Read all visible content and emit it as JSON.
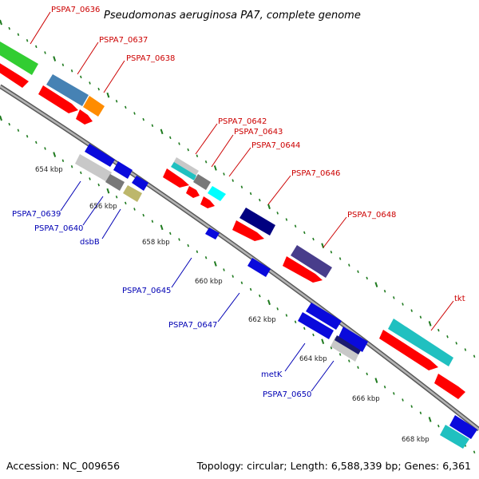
{
  "title": "Pseudomonas aeruginosa PA7, complete genome",
  "footer": {
    "accession": "Accession: NC_009656",
    "topology": "Topology: circular; Length: 6,588,339 bp; Genes: 6,361"
  },
  "colors": {
    "backbone": "#8c8c8c",
    "tick": "#1e7a1e",
    "label_forward": "#cc0000",
    "label_reverse": "#0000b4",
    "cds_strand": "#ff0000",
    "blue_gene": "#0a0adc",
    "green_gene": "#32cd32",
    "steel_gene": "#4682b4",
    "orange_gene": "#ff8c00",
    "light_gray_gene": "#c8c8c8",
    "gray_gene": "#787878",
    "khaki_gene": "#bdb76b",
    "cyan_gene": "#00ffff",
    "dark_navy_gene": "#000080",
    "slate_gene": "#483d8b",
    "turquoise_gene": "#20c0c0"
  },
  "kbp_labels": [
    "654 kbp",
    "656 kbp",
    "658 kbp",
    "660 kbp",
    "662 kbp",
    "664 kbp",
    "666 kbp",
    "668 kbp"
  ],
  "gene_labels": [
    {
      "text": "PSPA7_0636",
      "strand": "forward"
    },
    {
      "text": "PSPA7_0637",
      "strand": "forward"
    },
    {
      "text": "PSPA7_0638",
      "strand": "forward"
    },
    {
      "text": "PSPA7_0642",
      "strand": "forward"
    },
    {
      "text": "PSPA7_0643",
      "strand": "forward"
    },
    {
      "text": "PSPA7_0644",
      "strand": "forward"
    },
    {
      "text": "PSPA7_0646",
      "strand": "forward"
    },
    {
      "text": "PSPA7_0648",
      "strand": "forward"
    },
    {
      "text": "tkt",
      "strand": "forward"
    },
    {
      "text": "PSPA7_0639",
      "strand": "reverse"
    },
    {
      "text": "PSPA7_0640",
      "strand": "reverse"
    },
    {
      "text": "dsbB",
      "strand": "reverse"
    },
    {
      "text": "PSPA7_0645",
      "strand": "reverse"
    },
    {
      "text": "PSPA7_0647",
      "strand": "reverse"
    },
    {
      "text": "metK",
      "strand": "reverse"
    },
    {
      "text": "PSPA7_0650",
      "strand": "reverse"
    }
  ]
}
